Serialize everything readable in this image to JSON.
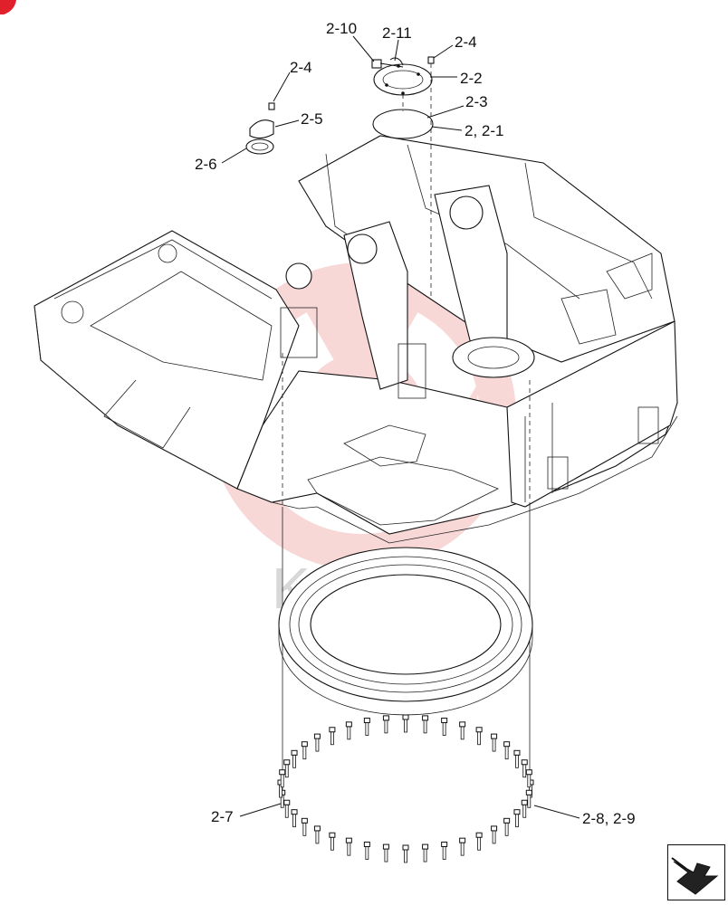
{
  "watermark": "KHTEX",
  "labels": {
    "l_2_10": "2-10",
    "l_2_11": "2-11",
    "l_2_4_top": "2-4",
    "l_2_2": "2-2",
    "l_2_4_left": "2-4",
    "l_2_3": "2-3",
    "l_2_5": "2-5",
    "l_2_2_1": "2, 2-1",
    "l_2_6": "2-6",
    "l_2_7": "2-7",
    "l_2_8_2_9": "2-8, 2-9"
  },
  "colors": {
    "watermark_logo": "#f4b8b8",
    "corner_badge": "#e0202a",
    "line": "#111111"
  },
  "icons": {
    "nav": "next-page-arrow-icon",
    "corner": "red-corner-badge-icon"
  }
}
